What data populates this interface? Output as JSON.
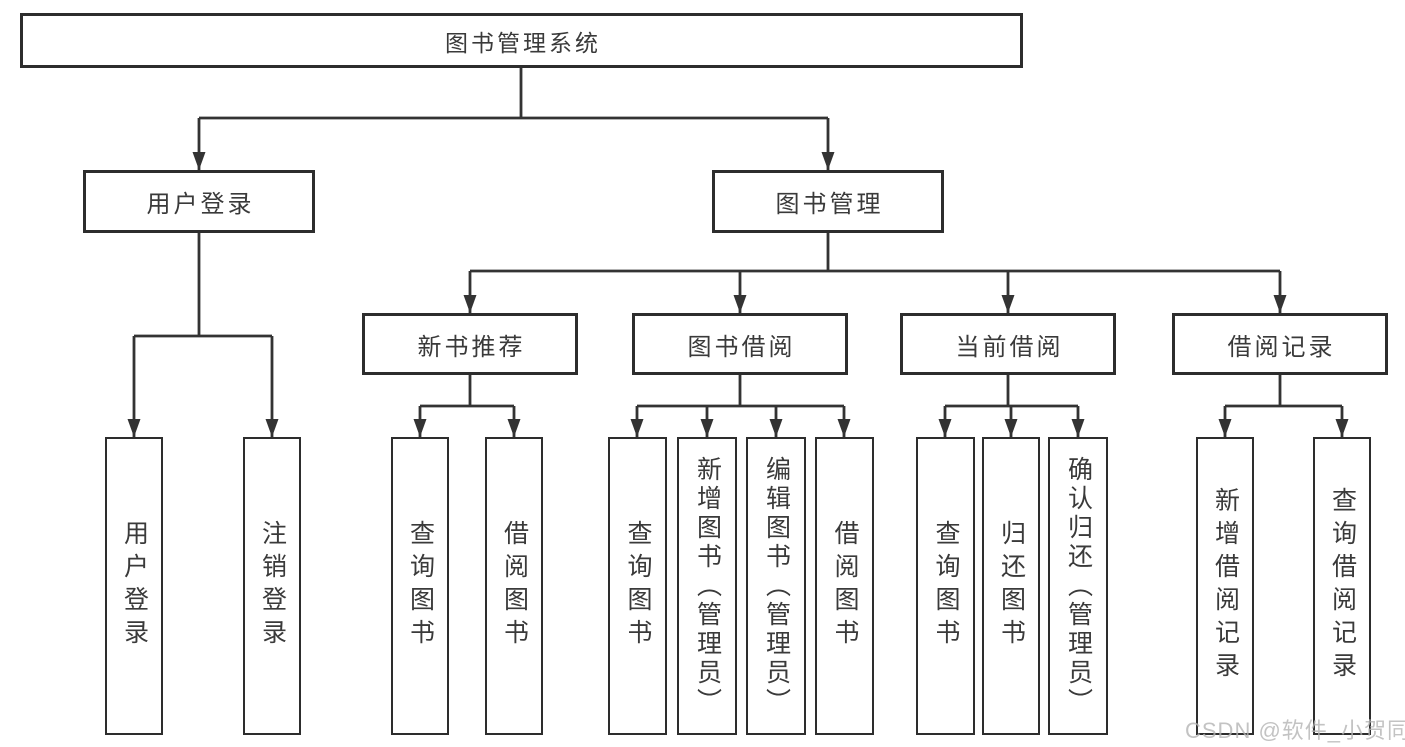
{
  "diagram_title": "图书管理系统",
  "nodes": {
    "root": {
      "label": "图书管理系统",
      "children": [
        "user_login",
        "book_mgmt"
      ]
    },
    "user_login": {
      "label": "用户登录",
      "children": [
        "leaf_user_login",
        "leaf_logout"
      ]
    },
    "book_mgmt": {
      "label": "图书管理",
      "children": [
        "new_book_rec",
        "book_borrow",
        "current_borrow",
        "borrow_records"
      ]
    },
    "new_book_rec": {
      "label": "新书推荐",
      "children": [
        "nbr_query_books",
        "nbr_borrow_books"
      ]
    },
    "book_borrow": {
      "label": "图书借阅",
      "children": [
        "bb_query_books",
        "bb_add_books",
        "bb_edit_books",
        "bb_borrow_books"
      ]
    },
    "current_borrow": {
      "label": "当前借阅",
      "children": [
        "cb_query_books",
        "cb_return_books",
        "cb_confirm_return"
      ]
    },
    "borrow_records": {
      "label": "借阅记录",
      "children": [
        "br_add_record",
        "br_query_record"
      ]
    },
    "leaf_user_login": {
      "label": "用户登录"
    },
    "leaf_logout": {
      "label": "注销登录"
    },
    "nbr_query_books": {
      "label": "查询图书"
    },
    "nbr_borrow_books": {
      "label": "借阅图书"
    },
    "bb_query_books": {
      "label": "查询图书"
    },
    "bb_add_books": {
      "label": "新增图书（管理员）"
    },
    "bb_edit_books": {
      "label": "编辑图书（管理员）"
    },
    "bb_borrow_books": {
      "label": "借阅图书"
    },
    "cb_query_books": {
      "label": "查询图书"
    },
    "cb_return_books": {
      "label": "归还图书"
    },
    "cb_confirm_return": {
      "label": "确认归还（管理员）"
    },
    "br_add_record": {
      "label": "新增借阅记录"
    },
    "br_query_record": {
      "label": "查询借阅记录"
    }
  },
  "watermark": {
    "text": "CSDN @软件_小贺同学"
  },
  "colors": {
    "background": "#ffffff",
    "line": "#333333",
    "box_border": "#2d2d2d",
    "text": "#3a3a3a",
    "watermark": "#b5b5b5"
  }
}
